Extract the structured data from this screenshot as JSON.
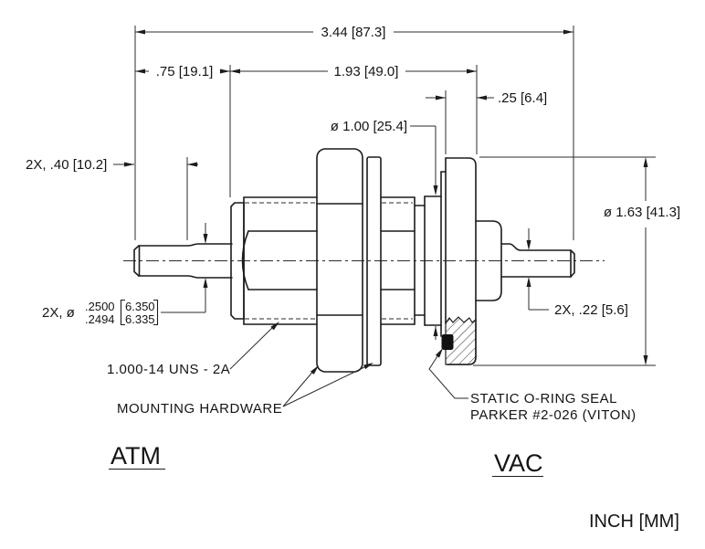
{
  "drawing": {
    "dims": {
      "overall": "3.44 [87.3]",
      "left_seg": ".75 [19.1]",
      "mid_seg": "1.93 [49.0]",
      "flange_thk": ".25 [6.4]",
      "sleeve_dia": "ø 1.00 [25.4]",
      "pin_len": "2X, .40 [10.2]",
      "flange_dia": "ø 1.63 [41.3]",
      "pin_right": "2X, .22 [5.6]",
      "pin_left_prefix": "2X, ø",
      "pin_left_in_hi": ".2500",
      "pin_left_in_lo": ".2494",
      "pin_left_mm_hi": "6.350",
      "pin_left_mm_lo": "6.335"
    },
    "callouts": {
      "thread": "1.000-14 UNS - 2A",
      "hardware": "MOUNTING HARDWARE",
      "oring_line1": "STATIC O-RING SEAL",
      "oring_line2": "PARKER #2-026 (VITON)"
    },
    "labels": {
      "atm": "ATM",
      "vac": "VAC",
      "units": "INCH [MM]"
    },
    "colors": {
      "line": "#1c1c1c",
      "background": "#ffffff"
    }
  }
}
